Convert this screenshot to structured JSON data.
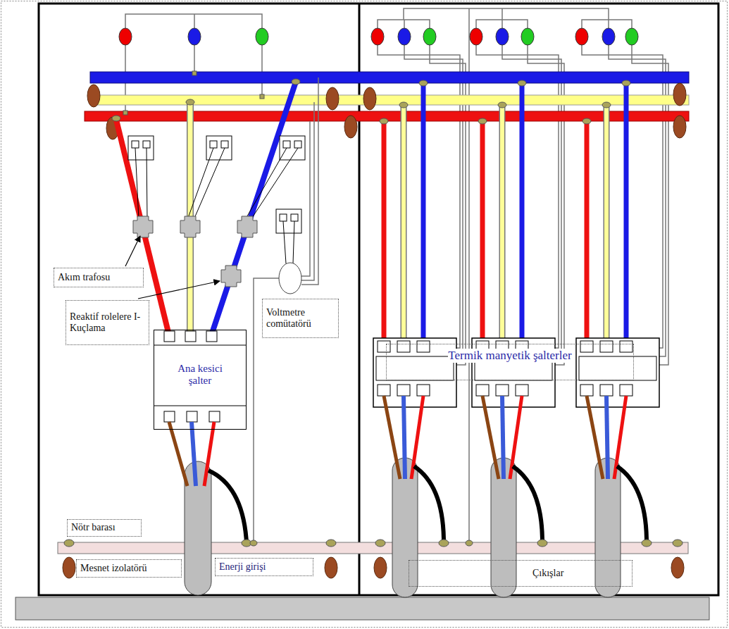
{
  "diagram": {
    "nodes": [
      {
        "text": [
          "Akım trafosu"
        ]
      },
      {
        "text": [
          "Reaktif rolelere I-Kuçlama"
        ]
      },
      {
        "text": [
          "Voltmetre comütatörü"
        ]
      },
      {
        "text": [
          "Ana kesici şalter"
        ]
      },
      {
        "text": [
          "Termik manyetik şalterler"
        ]
      },
      {
        "text": [
          "Nötr barası"
        ]
      },
      {
        "text": [
          "Mesnet izolatörü"
        ]
      },
      {
        "text": [
          "Enerji girişi"
        ]
      },
      {
        "text": [
          "Çıkışlar"
        ]
      }
    ]
  }
}
